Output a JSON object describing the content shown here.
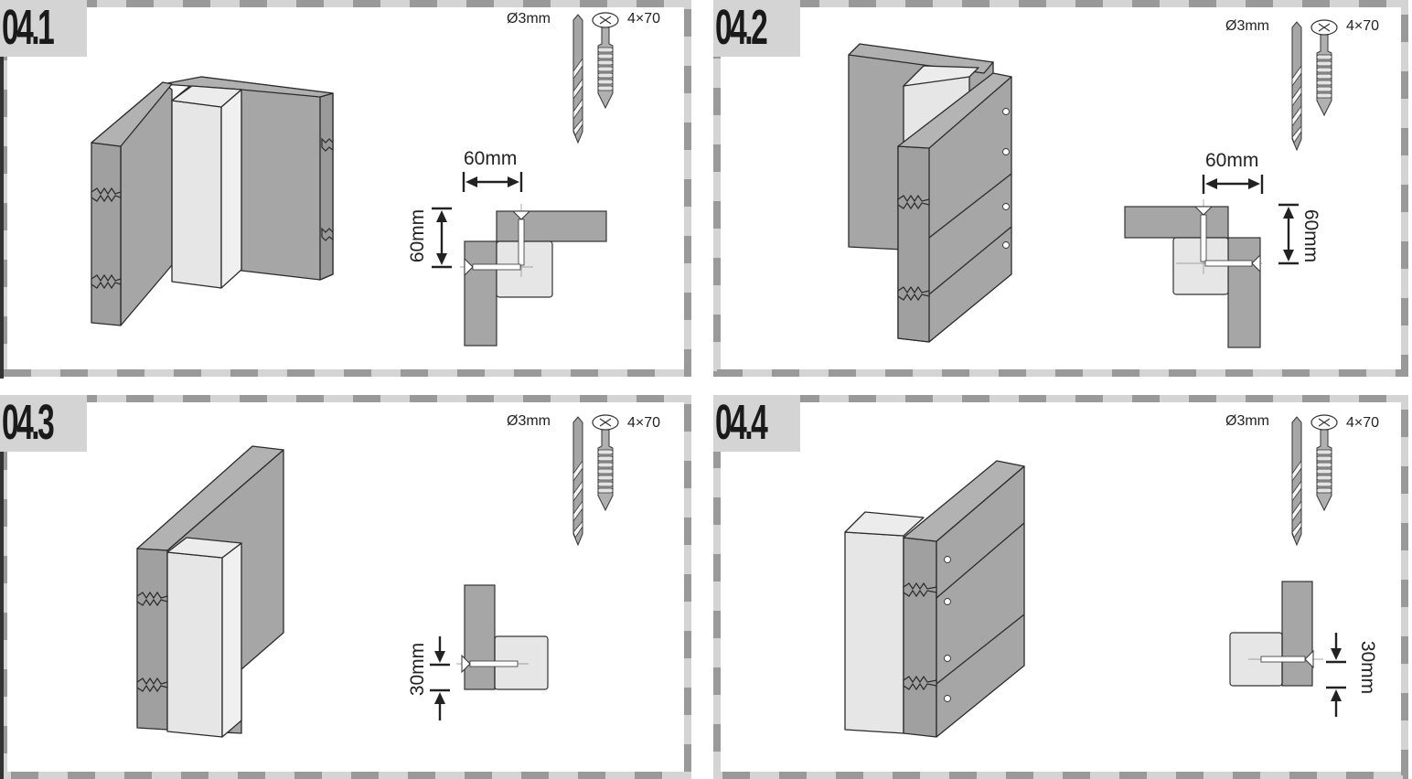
{
  "document": {
    "type": "assembly-instructions",
    "panels": [
      {
        "step": "04.1",
        "tools": {
          "drill_label": "Ø3mm",
          "screw_label": "4×70"
        },
        "dimensions": {
          "horizontal": "60mm",
          "vertical": "60mm"
        },
        "view": "inner corner, square post between two grooved log walls"
      },
      {
        "step": "04.2",
        "tools": {
          "drill_label": "Ø3mm",
          "screw_label": "4×70"
        },
        "dimensions": {
          "horizontal": "60mm",
          "vertical": "60mm"
        },
        "view": "outer corner, grooved logs screwed into post"
      },
      {
        "step": "04.3",
        "tools": {
          "drill_label": "Ø3mm",
          "screw_label": "4×70"
        },
        "dimensions": {
          "vertical": "30mm"
        },
        "view": "end post against wall end"
      },
      {
        "step": "04.4",
        "tools": {
          "drill_label": "Ø3mm",
          "screw_label": "4×70"
        },
        "dimensions": {
          "vertical": "30mm"
        },
        "view": "end post with logs screwed"
      }
    ]
  },
  "colors": {
    "wood_dark": "#a6a6a6",
    "wood_light": "#e6e6e6",
    "outline": "#2b2b2b",
    "frame_light": "#d4d4d4",
    "frame_dark": "#999999",
    "label_bg": "#d4d4d4"
  }
}
